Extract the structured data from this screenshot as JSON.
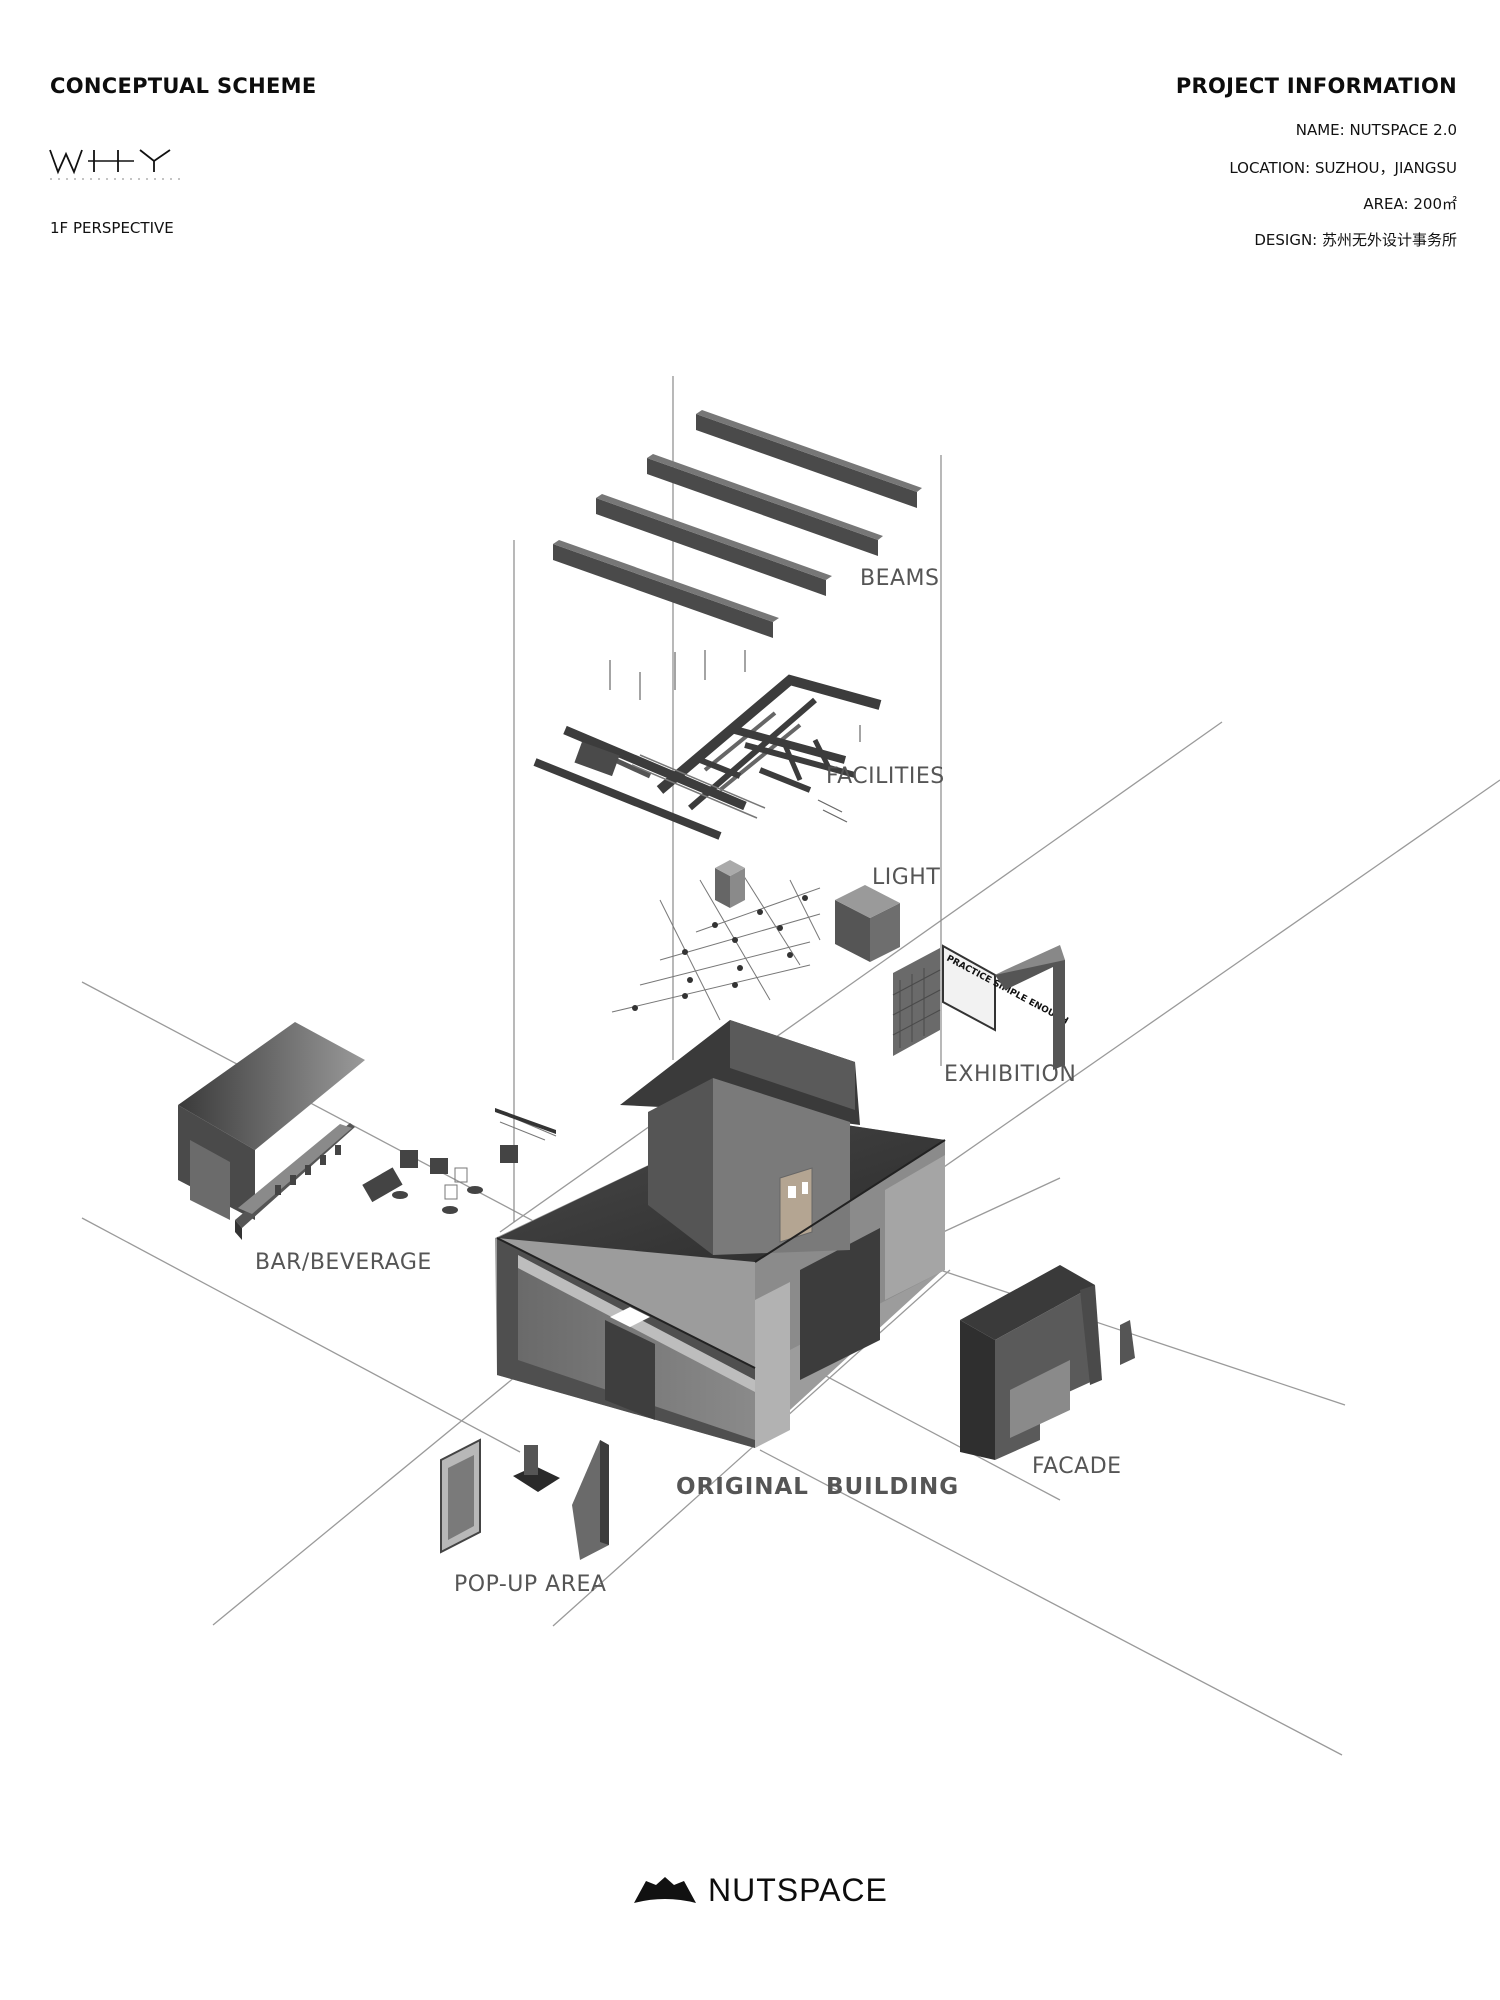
{
  "header": {
    "left_title": "CONCEPTUAL SCHEME",
    "right_title": "PROJECT INFORMATION",
    "perspective": "1F PERSPECTIVE",
    "logo_text": "WHY"
  },
  "project_info": {
    "name": "NAME: NUTSPACE 2.0",
    "location": "LOCATION: SUZHOU，JIANGSU",
    "area": "AREA: 200㎡",
    "design": "DESIGN:  苏州无外设计事务所"
  },
  "diagram_labels": {
    "beams": "BEAMS",
    "facilities": "FACILITIES",
    "light": "LIGHT",
    "exhibition": "EXHIBITION",
    "bar": "BAR/BEVERAGE",
    "original_building": "ORIGINAL  BUILDING",
    "facade": "FACADE",
    "popup": "POP-UP AREA"
  },
  "exhibition_poster": "PRACTICE SIMPLE ENOUGH",
  "footer": {
    "brand": "NUTSPACE"
  },
  "colors": {
    "text": "#111111",
    "label": "#555555",
    "dark": "#3a3a3a",
    "mid": "#6e6e6e",
    "light": "#a9a9a9",
    "guide": "#9a9a9a"
  }
}
